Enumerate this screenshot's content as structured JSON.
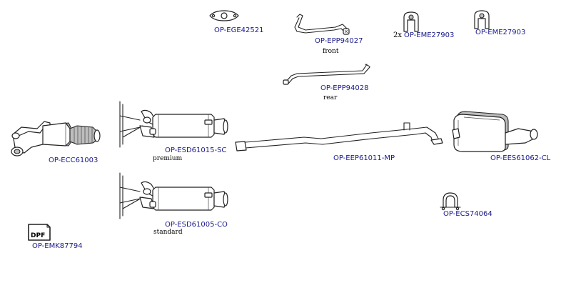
{
  "parts": [
    {
      "id": "gasket",
      "code": "OP-EGE42521",
      "icon": "gasket-icon"
    },
    {
      "id": "front-pipe",
      "code": "OP-EPP94027",
      "note": "front",
      "icon": "front-pipe-icon"
    },
    {
      "id": "mount-pair",
      "code": "OP-EME27903",
      "qty": "2x",
      "icon": "rubber-mount-icon"
    },
    {
      "id": "mount-single",
      "code": "OP-EME27903",
      "icon": "rubber-mount-icon"
    },
    {
      "id": "rear-pipe",
      "code": "OP-EPP94028",
      "note": "rear",
      "icon": "rear-pipe-icon"
    },
    {
      "id": "catalyst",
      "code": "OP-ECC61003",
      "icon": "catalytic-converter-icon"
    },
    {
      "id": "dpf-premium",
      "code": "OP-ESD61015-SC",
      "note": "premium",
      "icon": "particulate-filter-icon"
    },
    {
      "id": "middle-pipe",
      "code": "OP-EEP61011-MP",
      "icon": "exhaust-pipe-icon"
    },
    {
      "id": "rear-silencer",
      "code": "OP-EES61062-CL",
      "icon": "rear-silencer-icon"
    },
    {
      "id": "clamp",
      "code": "OP-ECS74064",
      "icon": "clamp-icon"
    },
    {
      "id": "dpf-standard",
      "code": "OP-ESD61005-CO",
      "note": "standard",
      "icon": "particulate-filter-icon"
    },
    {
      "id": "dpf-kit",
      "code": "OP-EMK87794",
      "badge": "DPF",
      "icon": "dpf-kit-icon"
    }
  ]
}
